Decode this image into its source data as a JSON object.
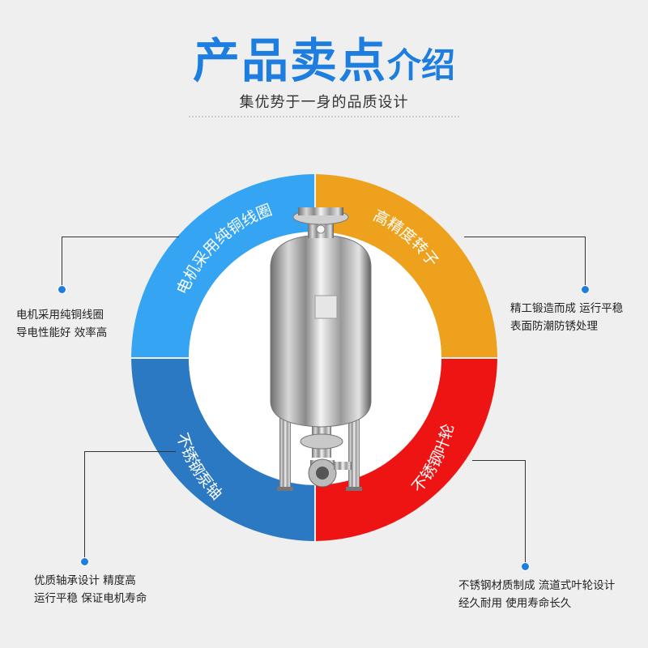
{
  "header": {
    "title_main": "产品卖点",
    "title_suffix": "介绍",
    "subtitle": "集优势于一身的品质设计"
  },
  "ring_labels": {
    "top_left": "电机采用纯铜线圈",
    "top_right": "高精度转子",
    "bottom_left": "不锈钢泵轴",
    "bottom_right": "不锈钢叶轮"
  },
  "features": {
    "top_left": {
      "line1": "电机采用纯铜线圈",
      "line2": "导电性能好 效率高"
    },
    "top_right": {
      "line1": "精工锻造而成 运行平稳",
      "line2": "表面防潮防锈处理"
    },
    "bottom_left": {
      "line1": "优质轴承设计 精度高",
      "line2": "运行平稳 保证电机寿命"
    },
    "bottom_right": {
      "line1": "不锈钢材质制成 流道式叶轮设计",
      "line2": "经久耐用 使用寿命长久"
    }
  },
  "colors": {
    "title": "#1e7ee0",
    "seg_top_left": "#34a4f3",
    "seg_top_right": "#eea11c",
    "seg_bottom_left": "#2b79c3",
    "seg_bottom_right": "#ef1414",
    "dot": "#1e7ee0"
  }
}
